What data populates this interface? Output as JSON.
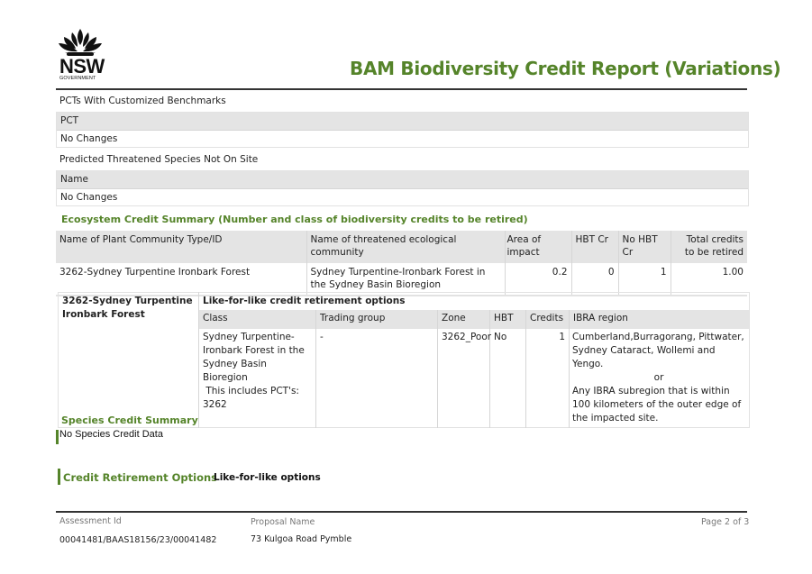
{
  "header": {
    "logo_text": "NSW",
    "logo_subtext": "GOVERNMENT",
    "title": "BAM Biodiversity Credit Report (Variations)"
  },
  "pcts_customized": {
    "label": "PCTs With Customized Benchmarks",
    "column": "PCT",
    "value": "No Changes"
  },
  "predicted_species": {
    "label": "Predicted Threatened Species Not On Site",
    "column": "Name",
    "value": "No Changes"
  },
  "ecosystem_summary": {
    "title": "Ecosystem Credit Summary (Number and class of biodiversity credits to be retired)",
    "columns": [
      "Name of Plant Community Type/ID",
      "Name of threatened ecological community",
      "Area of impact",
      "HBT Cr",
      "No HBT Cr",
      "Total credits to be retired"
    ],
    "rows": [
      {
        "pct": "3262-Sydney Turpentine Ironbark Forest",
        "tec": "Sydney Turpentine-Ironbark Forest in the Sydney Basin Bioregion",
        "area": "0.2",
        "hbt_cr": "0",
        "no_hbt_cr": "1",
        "total": "1.00"
      }
    ]
  },
  "retirement_options_table": {
    "pct_name": "3262-Sydney Turpentine Ironbark Forest",
    "title": "Like-for-like credit retirement options",
    "columns": [
      "Class",
      "Trading group",
      "Zone",
      "HBT",
      "Credits",
      "IBRA region"
    ],
    "rows": [
      {
        "class": "Sydney Turpentine-Ironbark Forest in the Sydney Basin Bioregion",
        "class_note": "This includes PCT's:",
        "class_pct": "3262",
        "trading_group": "-",
        "zone": "3262_Poor",
        "hbt": "No",
        "credits": "1",
        "ibra_line1": "Cumberland,Burragorang, Pittwater, Sydney Cataract, Wollemi and Yengo.",
        "ibra_or": "or",
        "ibra_line2": "Any IBRA subregion that is within 100 kilometers of the outer edge of the impacted site."
      }
    ]
  },
  "species_summary": {
    "title": "Species Credit Summary",
    "value": "No Species Credit Data"
  },
  "credit_retirement": {
    "title": "Credit Retirement Options",
    "subtitle": "Like-for-like options"
  },
  "footer": {
    "assessment_label": "Assessment Id",
    "assessment_value": "00041481/BAAS18156/23/00041482",
    "proposal_label": "Proposal Name",
    "proposal_value": "73 Kulgoa Road Pymble",
    "page": "Page 2 of 3"
  },
  "colors": {
    "accent_green": "#55842a",
    "header_gray": "#e4e4e4",
    "rule": "#333333"
  }
}
